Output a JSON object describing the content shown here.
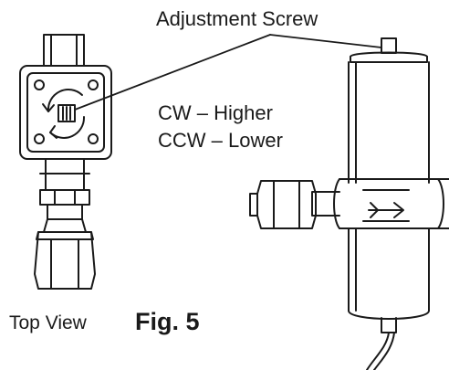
{
  "labels": {
    "adjustment_screw": "Adjustment Screw",
    "cw": "CW – Higher",
    "ccw": "CCW – Lower",
    "top_view": "Top View",
    "figure": "Fig. 5"
  },
  "colors": {
    "ink": "#1a1a1a",
    "background": "#ffffff"
  }
}
